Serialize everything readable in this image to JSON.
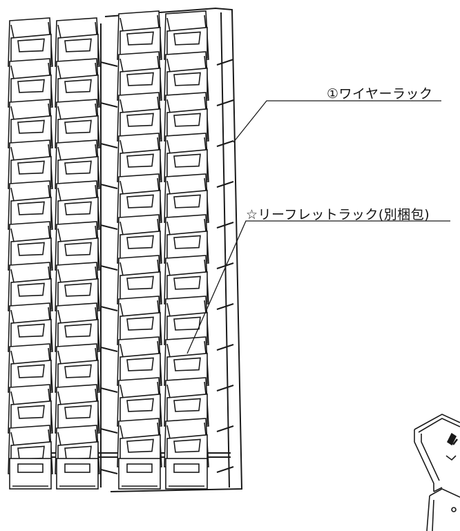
{
  "labels": {
    "wire_rack": "①ワイヤーラック",
    "leaflet_rack": "☆リーフレットラック(別梱包)"
  },
  "rack": {
    "columns": 4,
    "pocket_rows": 11,
    "base_pockets_per_column": 1
  },
  "colors": {
    "line": "#1a1a1a",
    "background": "#ffffff"
  }
}
